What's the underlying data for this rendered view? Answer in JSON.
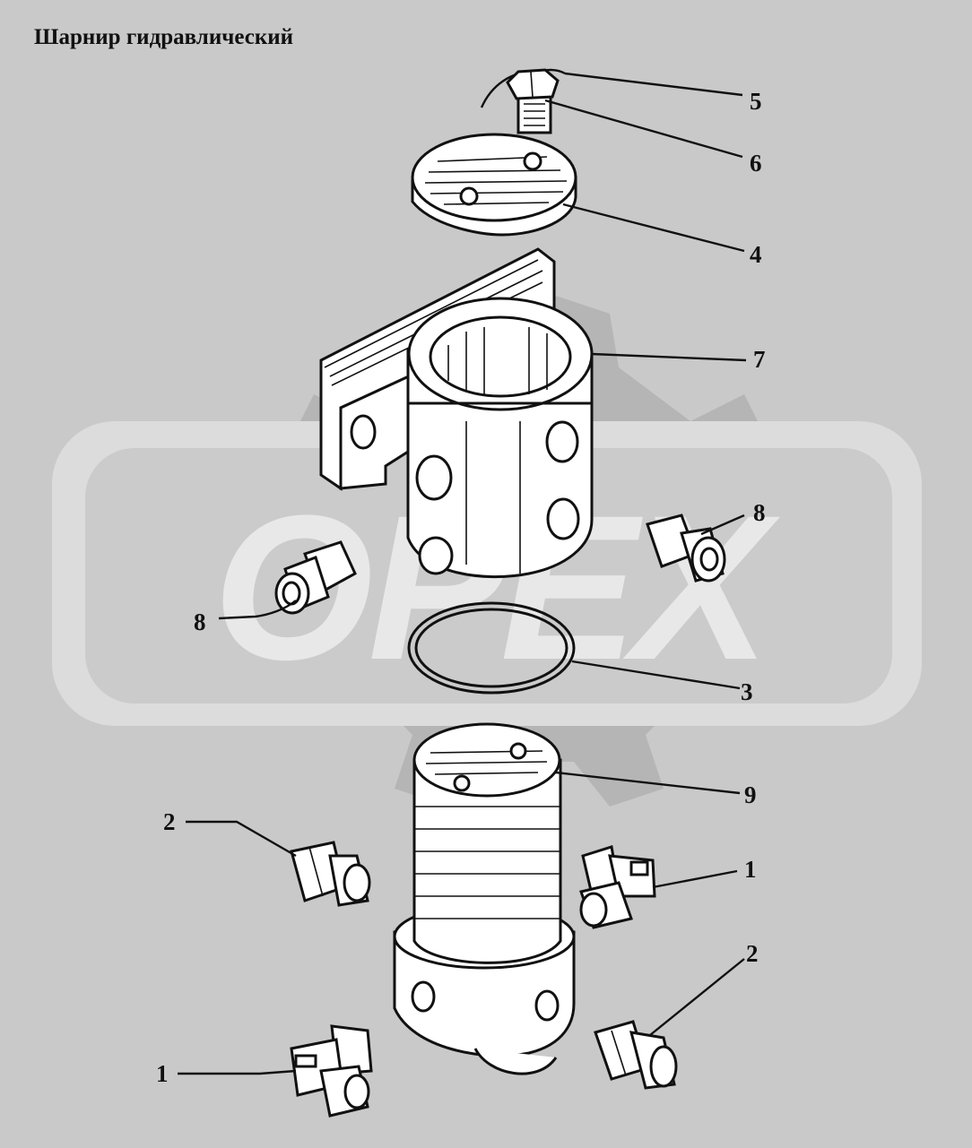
{
  "title": "Шарнир гидравлический",
  "watermark": {
    "text": "OPEX",
    "color": "#e6e6e6",
    "gear_color": "#b8b8b8"
  },
  "colors": {
    "background": "#c9c9c9",
    "line": "#111111",
    "part_fill": "#ffffff"
  },
  "callouts": {
    "c1a": "1",
    "c1b": "1",
    "c2a": "2",
    "c2b": "2",
    "c3": "3",
    "c4": "4",
    "c5": "5",
    "c6": "6",
    "c7": "7",
    "c8a": "8",
    "c8b": "8",
    "c9": "9"
  }
}
